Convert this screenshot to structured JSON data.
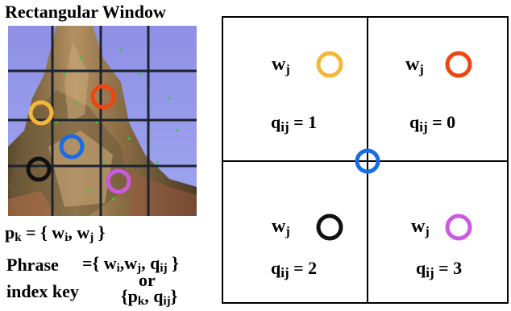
{
  "title": "Rectangular Window",
  "left_panel": {
    "pk_base": "p",
    "pk_sub": "k",
    "pk_rest": "= { w",
    "wi_sub": "i",
    "comma_w": ", w",
    "wj_sub": "j",
    "close": "}",
    "phrase_word": "Phrase",
    "index_key": "index key",
    "eq_open": "={ w",
    "eq_i": "i",
    "eq_w": ",w",
    "eq_j": "j",
    "eq_q": ", q",
    "eq_ij": "ij",
    "eq_close": "}",
    "or_word": "or",
    "alt_open": "{p",
    "alt_k": "k",
    "alt_q": ", q",
    "alt_ij": "ij",
    "alt_close": "}"
  },
  "quadrants": [
    {
      "w": "w",
      "w_sub": "j",
      "q": "q",
      "q_sub": "ij",
      "q_eq": "= 1",
      "color": "#f5b73a"
    },
    {
      "w": "w",
      "w_sub": "j",
      "q": "q",
      "q_sub": "ij",
      "q_eq": "= 0",
      "color": "#ee4512"
    },
    {
      "w": "w",
      "w_sub": "j",
      "q": "q",
      "q_sub": "ij",
      "q_eq": "= 2",
      "color": "#111111"
    },
    {
      "w": "w",
      "w_sub": "j",
      "q": "q",
      "q_sub": "ij",
      "q_eq": "= 3",
      "color": "#cc5ae0"
    }
  ],
  "center_marker_color": "#1a6be8",
  "photo_markers": [
    "#f5b73a",
    "#ee4512",
    "#1a6be8",
    "#111111",
    "#cc5ae0"
  ]
}
